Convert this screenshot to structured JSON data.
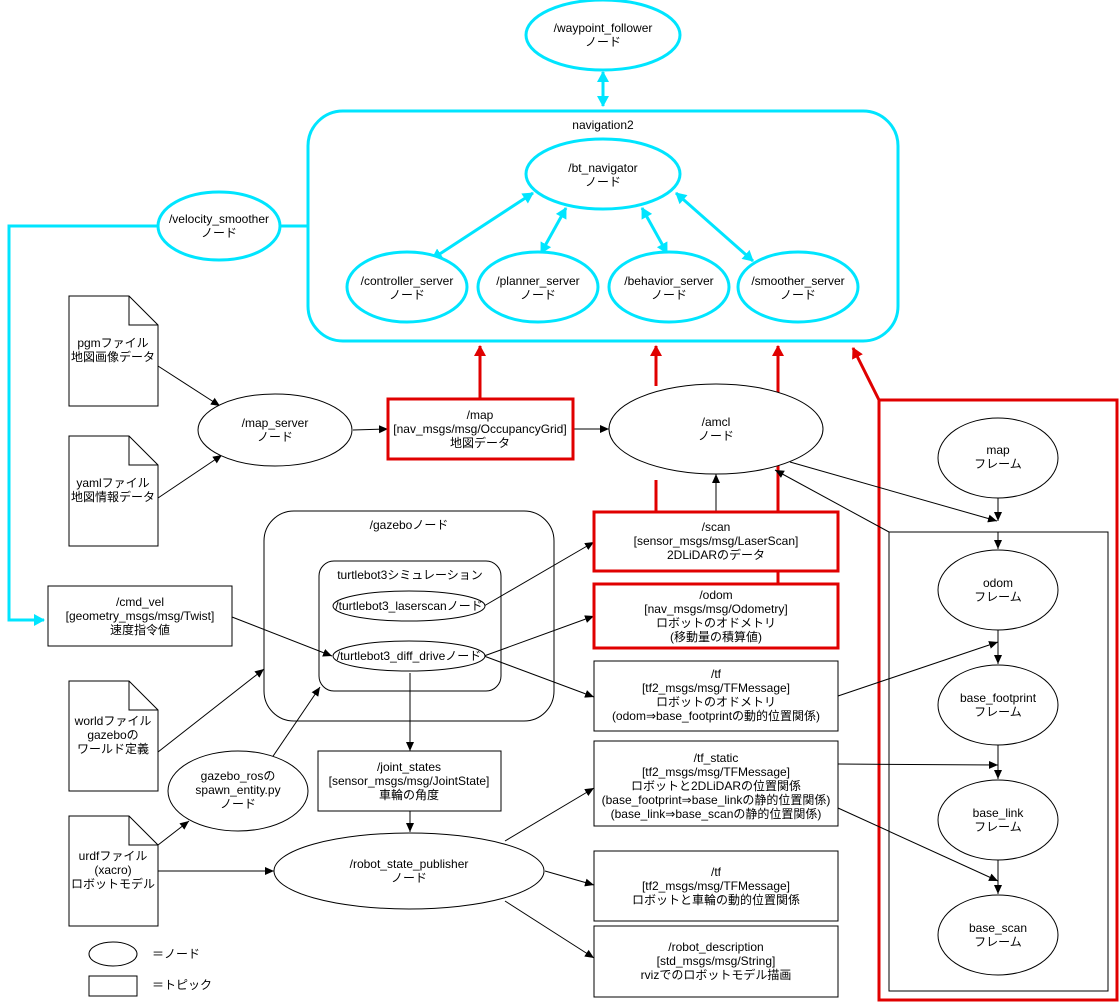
{
  "colors": {
    "nav_cyan": "#00e5ff",
    "topic_red": "#e00000",
    "line_black": "#000000",
    "background": "#ffffff"
  },
  "nodes": {
    "waypoint_follower": [
      "/waypoint_follower",
      "ノード"
    ],
    "bt_navigator": [
      "/bt_navigator",
      "ノード"
    ],
    "velocity_smoother": [
      "/velocity_smoother",
      "ノード"
    ],
    "controller_server": [
      "/controller_server",
      "ノード"
    ],
    "planner_server": [
      "/planner_server",
      "ノード"
    ],
    "behavior_server": [
      "/behavior_server",
      "ノード"
    ],
    "smoother_server": [
      "/smoother_server",
      "ノード"
    ],
    "map_server": [
      "/map_server",
      "ノード"
    ],
    "amcl": [
      "/amcl",
      "ノード"
    ],
    "gazebo_ros_spawn": [
      "gazebo_rosの",
      "spawn_entity.py",
      "ノード"
    ],
    "robot_state_publisher": [
      "/robot_state_publisher",
      "ノード"
    ],
    "laserscan": [
      "/turtlebot3_laserscanノード"
    ],
    "diff_drive": [
      "/turtlebot3_diff_driveノード"
    ]
  },
  "groups": {
    "navigation2": "navigation2",
    "gazebo": "/gazeboノード",
    "turtlebot3_sim": "turtlebot3シミュレーション"
  },
  "files": {
    "pgm": [
      "pgmファイル",
      "地図画像データ"
    ],
    "yaml": [
      "yamlファイル",
      "地図情報データ"
    ],
    "world": [
      "worldファイル",
      "gazeboの",
      "ワールド定義"
    ],
    "urdf": [
      "urdfファイル",
      "(xacro)",
      "ロボットモデル"
    ]
  },
  "topics": {
    "map": [
      "/map",
      "[nav_msgs/msg/OccupancyGrid]",
      "地図データ"
    ],
    "cmd_vel": [
      "/cmd_vel",
      "[geometry_msgs/msg/Twist]",
      "速度指令値"
    ],
    "scan": [
      "/scan",
      "[sensor_msgs/msg/LaserScan]",
      "2DLiDARのデータ"
    ],
    "odom": [
      "/odom",
      "[nav_msgs/msg/Odometry]",
      "ロボットのオドメトリ",
      "(移動量の積算値)"
    ],
    "tf": [
      "/tf",
      "[tf2_msgs/msg/TFMessage]",
      "ロボットのオドメトリ",
      "(odom⇒base_footprintの動的位置関係)"
    ],
    "joint_states": [
      "/joint_states",
      "[sensor_msgs/msg/JointState]",
      "車輪の角度"
    ],
    "tf_static": [
      "/tf_static",
      "[tf2_msgs/msg/TFMessage]",
      "ロボットと2DLiDARの位置関係",
      "(base_footprint⇒base_linkの静的位置関係)",
      "(base_link⇒base_scanの静的位置関係)"
    ],
    "tf_wheels": [
      "/tf",
      "[tf2_msgs/msg/TFMessage]",
      "ロボットと車輪の動的位置関係"
    ],
    "robot_description": [
      "/robot_description",
      "[std_msgs/msg/String]",
      "rvizでのロボットモデル描画"
    ]
  },
  "frames": {
    "map": [
      "map",
      "フレーム"
    ],
    "odom": [
      "odom",
      "フレーム"
    ],
    "base_footprint": [
      "base_footprint",
      "フレーム"
    ],
    "base_link": [
      "base_link",
      "フレーム"
    ],
    "base_scan": [
      "base_scan",
      "フレーム"
    ]
  },
  "legend": {
    "node_label": "＝ノード",
    "topic_label": "＝トピック"
  }
}
